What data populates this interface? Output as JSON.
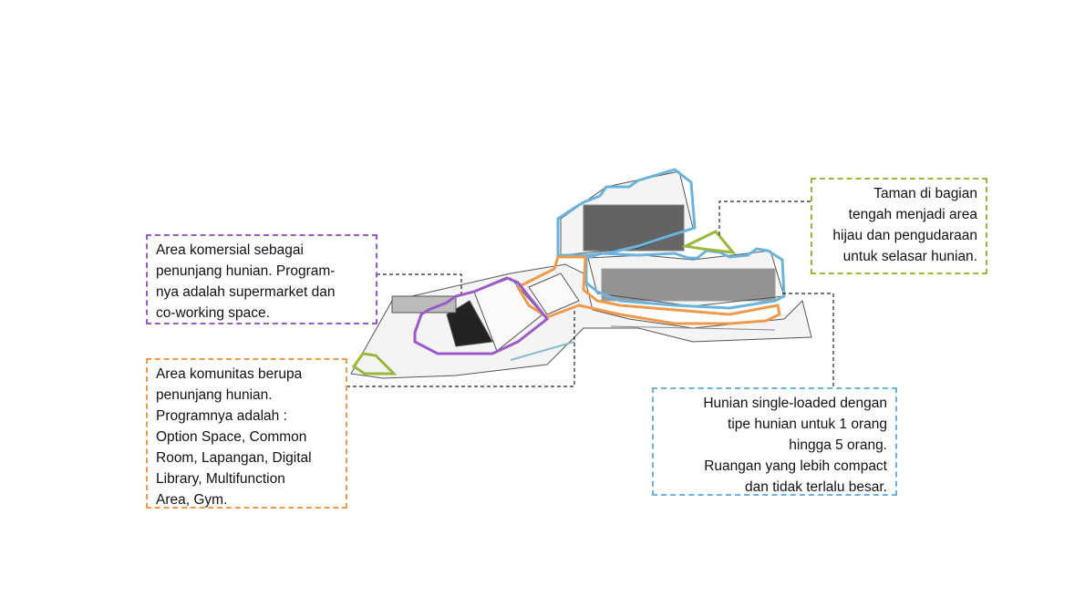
{
  "callouts": {
    "commercial": {
      "text": "Area komersial sebagai\npenunjang hunian. Program-\nnya adalah supermarket dan\nco-working space.",
      "color": "#9b59c9"
    },
    "community": {
      "text": "Area komunitas berupa\npenunjang hunian.\nProgramnya adalah :\nOption Space, Common\nRoom, Lapangan, Digital\nLibrary, Multifunction\nArea, Gym.",
      "color": "#ee9a4d"
    },
    "garden": {
      "text": "Taman di bagian\ntengah menjadi area\nhijau dan pengudaraan\nuntuk selasar hunian.",
      "color": "#9ab83c"
    },
    "housing": {
      "text": "Hunian single-loaded  dengan\ntipe hunian untuk 1 orang\nhingga 5 orang.\nRuangan yang lebih compact\ndan tidak terlalu besar.",
      "color": "#6bb3dc"
    }
  }
}
